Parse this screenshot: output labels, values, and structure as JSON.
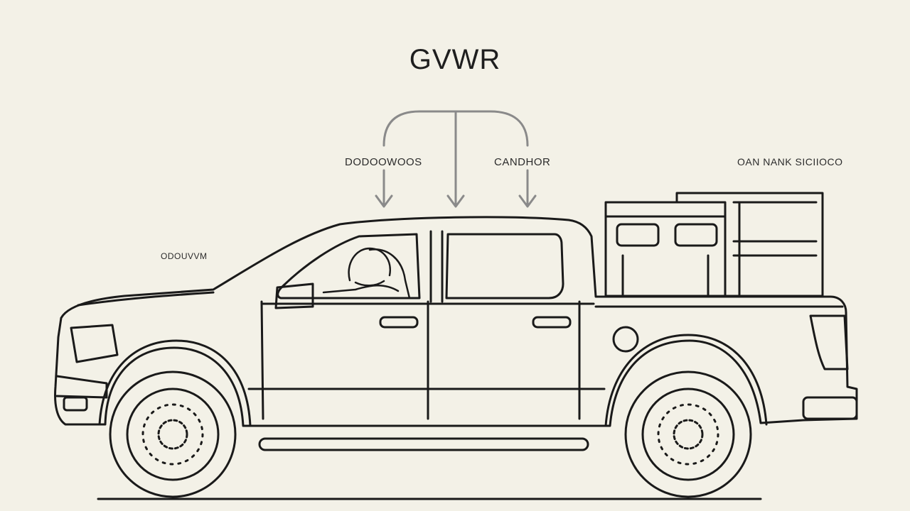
{
  "title": "GVWR",
  "labels": {
    "left": "DODOOWOOS",
    "center": "CANDHOR",
    "right": "OAN NANK SICIIOCO",
    "front": "ODOUVVM"
  },
  "colors": {
    "background": "#f3f1e7",
    "line": "#1a1a1a",
    "arrow": "#8a8a8a"
  }
}
